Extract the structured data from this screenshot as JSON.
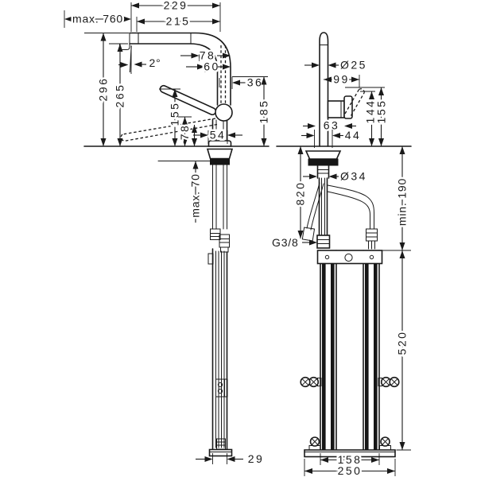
{
  "page": {
    "background": "#ffffff",
    "line_color": "#1a1a1a"
  },
  "diagram": {
    "type": "technical-drawing",
    "subject": "kitchen mixer tap with pull-out spout and installation frame",
    "views": [
      {
        "id": "side",
        "label": "side view with sink dimensions"
      },
      {
        "id": "front",
        "label": "front view with mounting frame"
      }
    ],
    "units": "mm"
  },
  "dims": {
    "reach_outer": "229",
    "reach_inner": "215",
    "pullout_max": "max. 760",
    "spout_angle": "2°",
    "spout_78": "78",
    "spout_60": "60",
    "spout_36": "36",
    "height_296": "296",
    "height_265": "265",
    "height_185": "185",
    "height_155_side": "155",
    "height_78_side": "78",
    "base_54": "54",
    "counter_thickness": "max. 70",
    "rail_29": "29",
    "dia_25": "Ø25",
    "handle_99": "99",
    "handle_63": "63",
    "height_144": "144",
    "height_155_front": "155",
    "base_44": "44",
    "dia_34": "Ø34",
    "hose_820": "820",
    "thread_g38": "G3/8",
    "clearance_min_190": "min. 190",
    "frame_520": "520",
    "frame_158": "158",
    "frame_250": "250"
  }
}
